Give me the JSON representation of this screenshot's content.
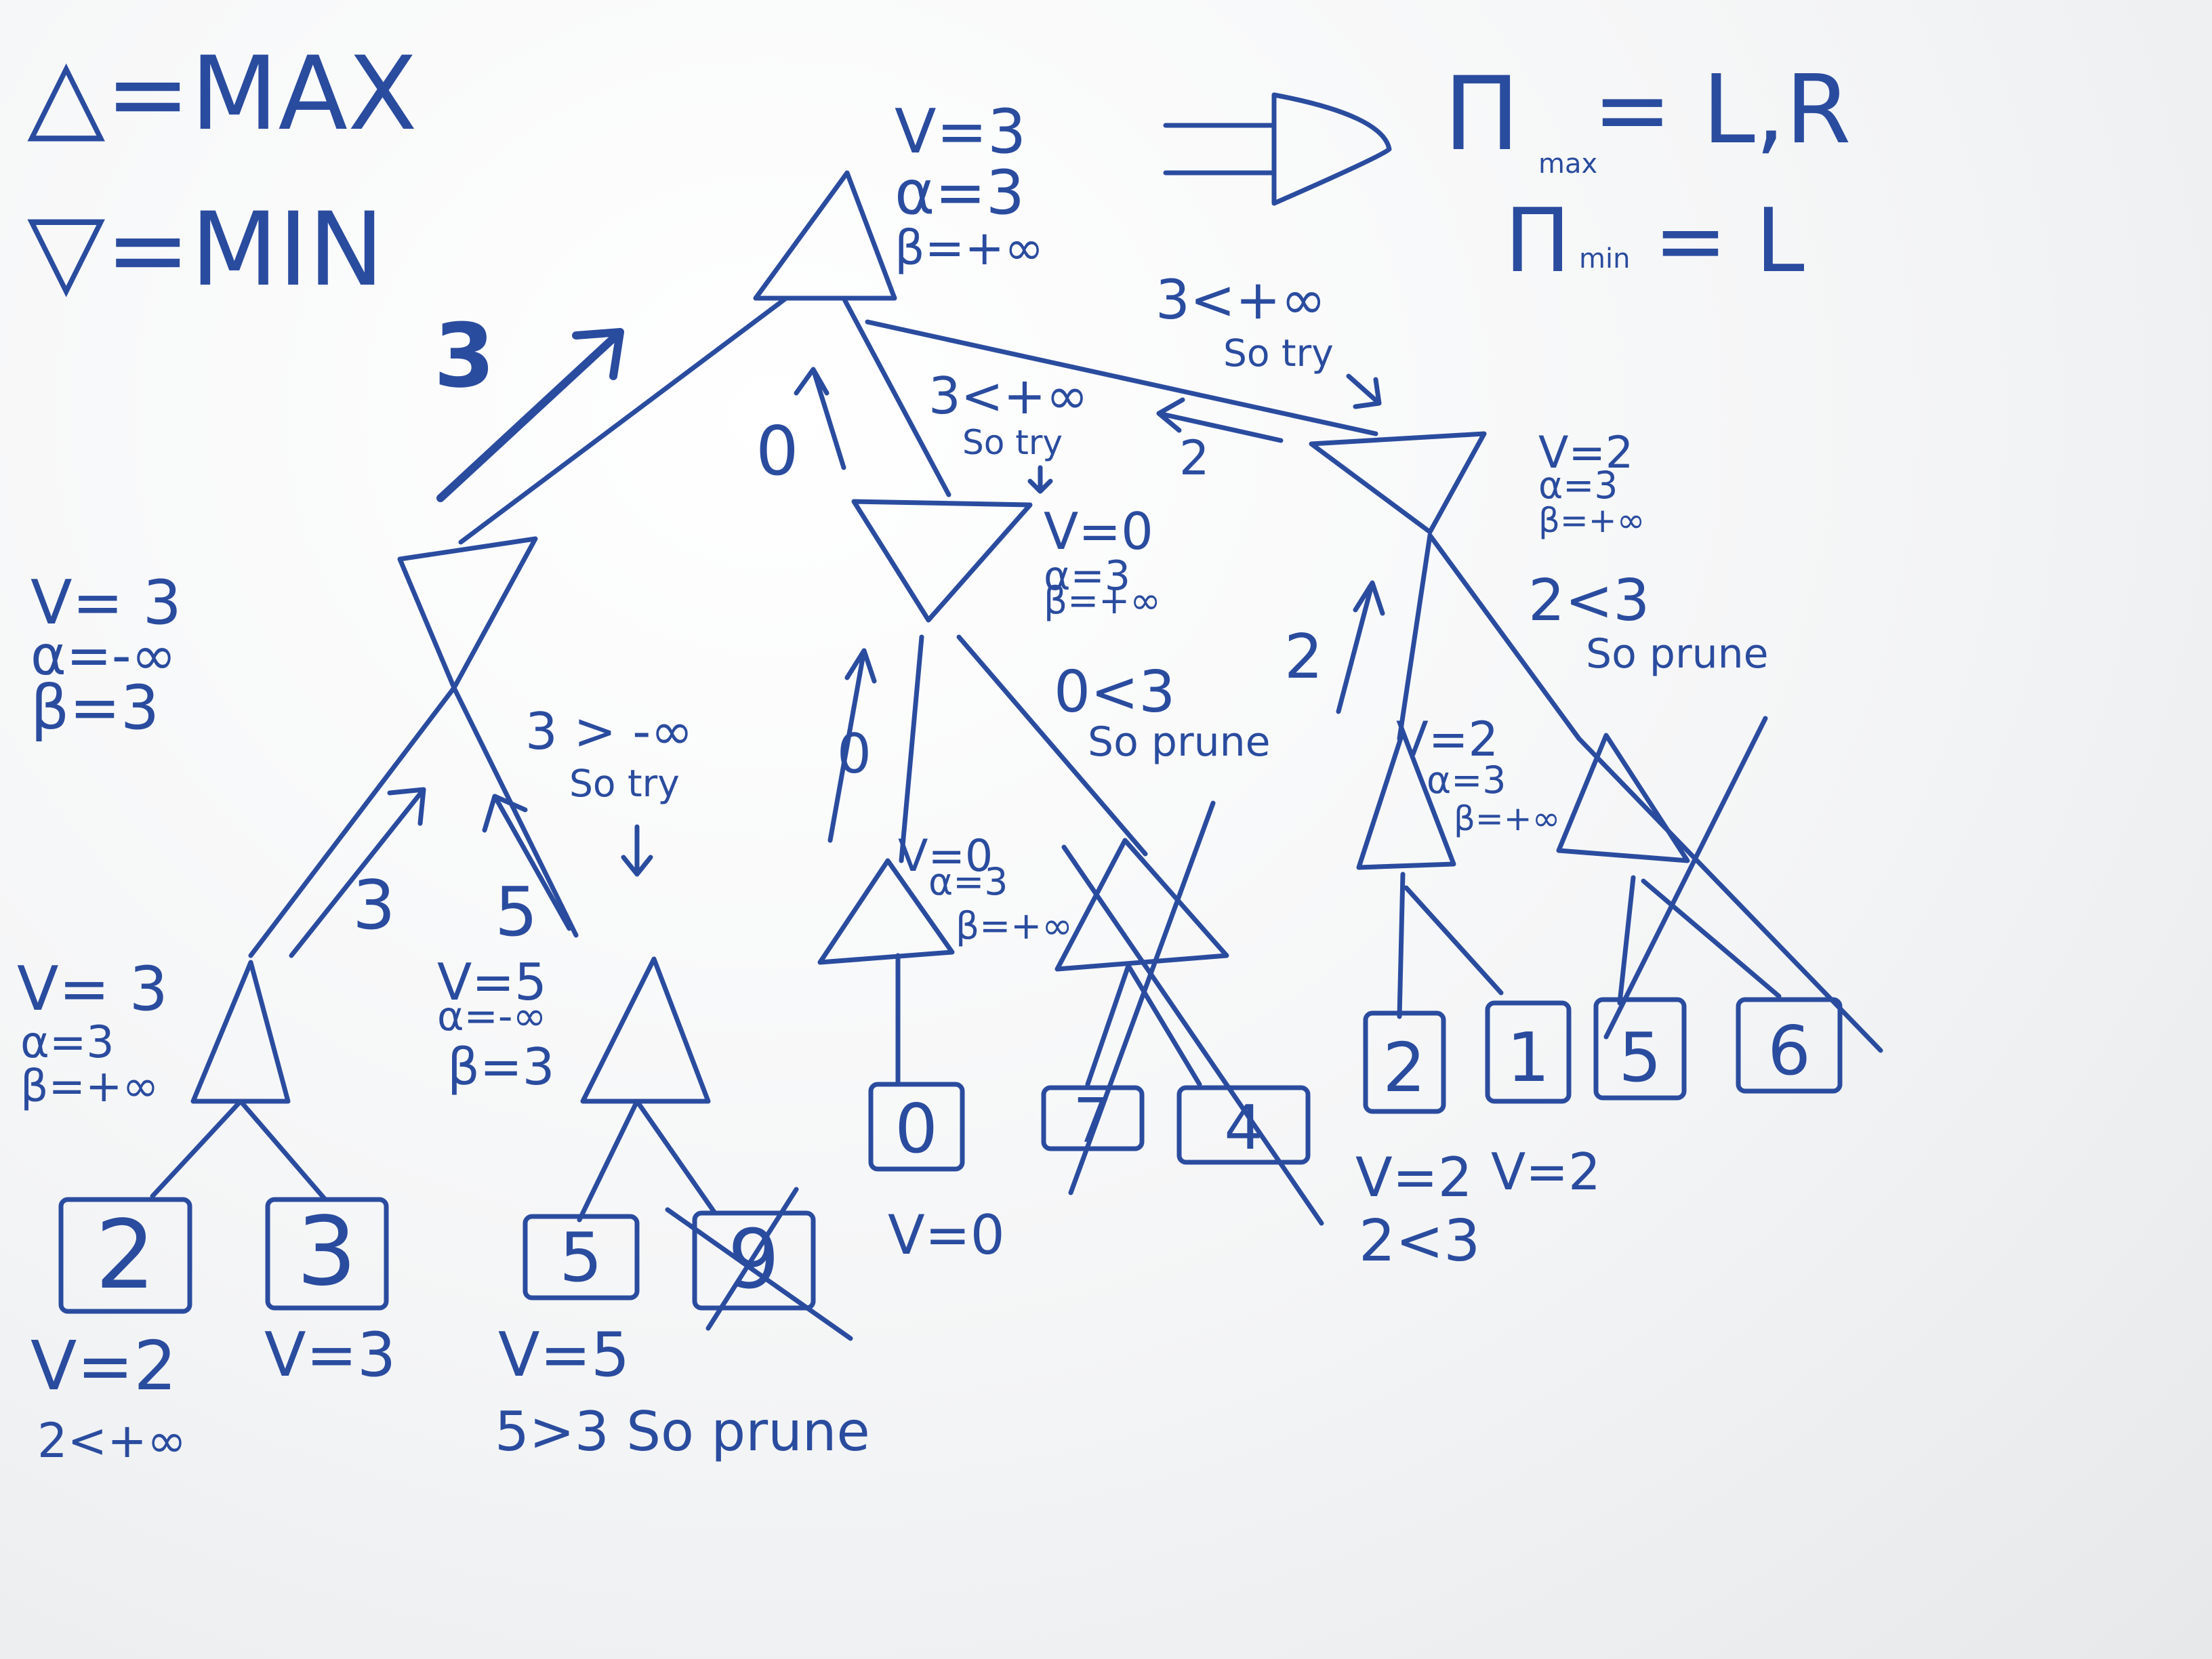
{
  "legend": {
    "max": "△=MAX",
    "min": "▽=MIN"
  },
  "policy": {
    "max_label": "Π",
    "max_sub": "max",
    "max_value": "= L,R",
    "min_label": "Π",
    "min_sub": "min",
    "min_value": "= L"
  },
  "root": {
    "v": "V=3",
    "alpha": "α=3",
    "beta": "β=+∞"
  },
  "edges": {
    "root_left": "3",
    "root_mid": "0",
    "root_right": "2"
  },
  "min_left": {
    "v": "V= 3",
    "alpha": "α=-∞",
    "beta": "β=3",
    "note1": "3 > -∞",
    "note2": "So try",
    "edge_a": "3",
    "edge_b": "5"
  },
  "max_ll": {
    "v": "V= 3",
    "alpha": "α=3",
    "beta": "β=+∞"
  },
  "max_lr": {
    "v": "V=5",
    "alpha": "α=-∞",
    "beta": "β=3"
  },
  "leaves_left": [
    {
      "value": "2",
      "v": "V=2",
      "note": "2<+∞"
    },
    {
      "value": "3",
      "v": "V=3"
    },
    {
      "value": "5",
      "v": "V=5",
      "note": "5>3 So prune"
    },
    {
      "value": "9"
    }
  ],
  "min_mid": {
    "v": "V=0",
    "alpha": "α=3",
    "beta": "β=+∞",
    "note1": "3<+∞",
    "note2": "So try",
    "prune1": "0<3",
    "prune2": "So prune",
    "edge": "0"
  },
  "max_ml": {
    "v": "V=0",
    "alpha": "α=3",
    "beta": "β=+∞"
  },
  "leaves_mid": [
    {
      "value": "0",
      "v": "V=0"
    },
    {
      "value": "7"
    },
    {
      "value": "4"
    }
  ],
  "min_right": {
    "v": "V=2",
    "alpha": "α=3",
    "beta": "β=+∞",
    "note1": "3<+∞",
    "note2": "So try",
    "prune1": "2<3",
    "prune2": "So prune",
    "edge": "2"
  },
  "max_rl": {
    "v": "V=2",
    "alpha": "α=3",
    "beta": "β=+∞"
  },
  "leaves_right": [
    {
      "value": "2",
      "v": "V=2",
      "note": "2<3"
    },
    {
      "value": "1",
      "v": "V=2"
    },
    {
      "value": "5"
    },
    {
      "value": "6"
    }
  ]
}
